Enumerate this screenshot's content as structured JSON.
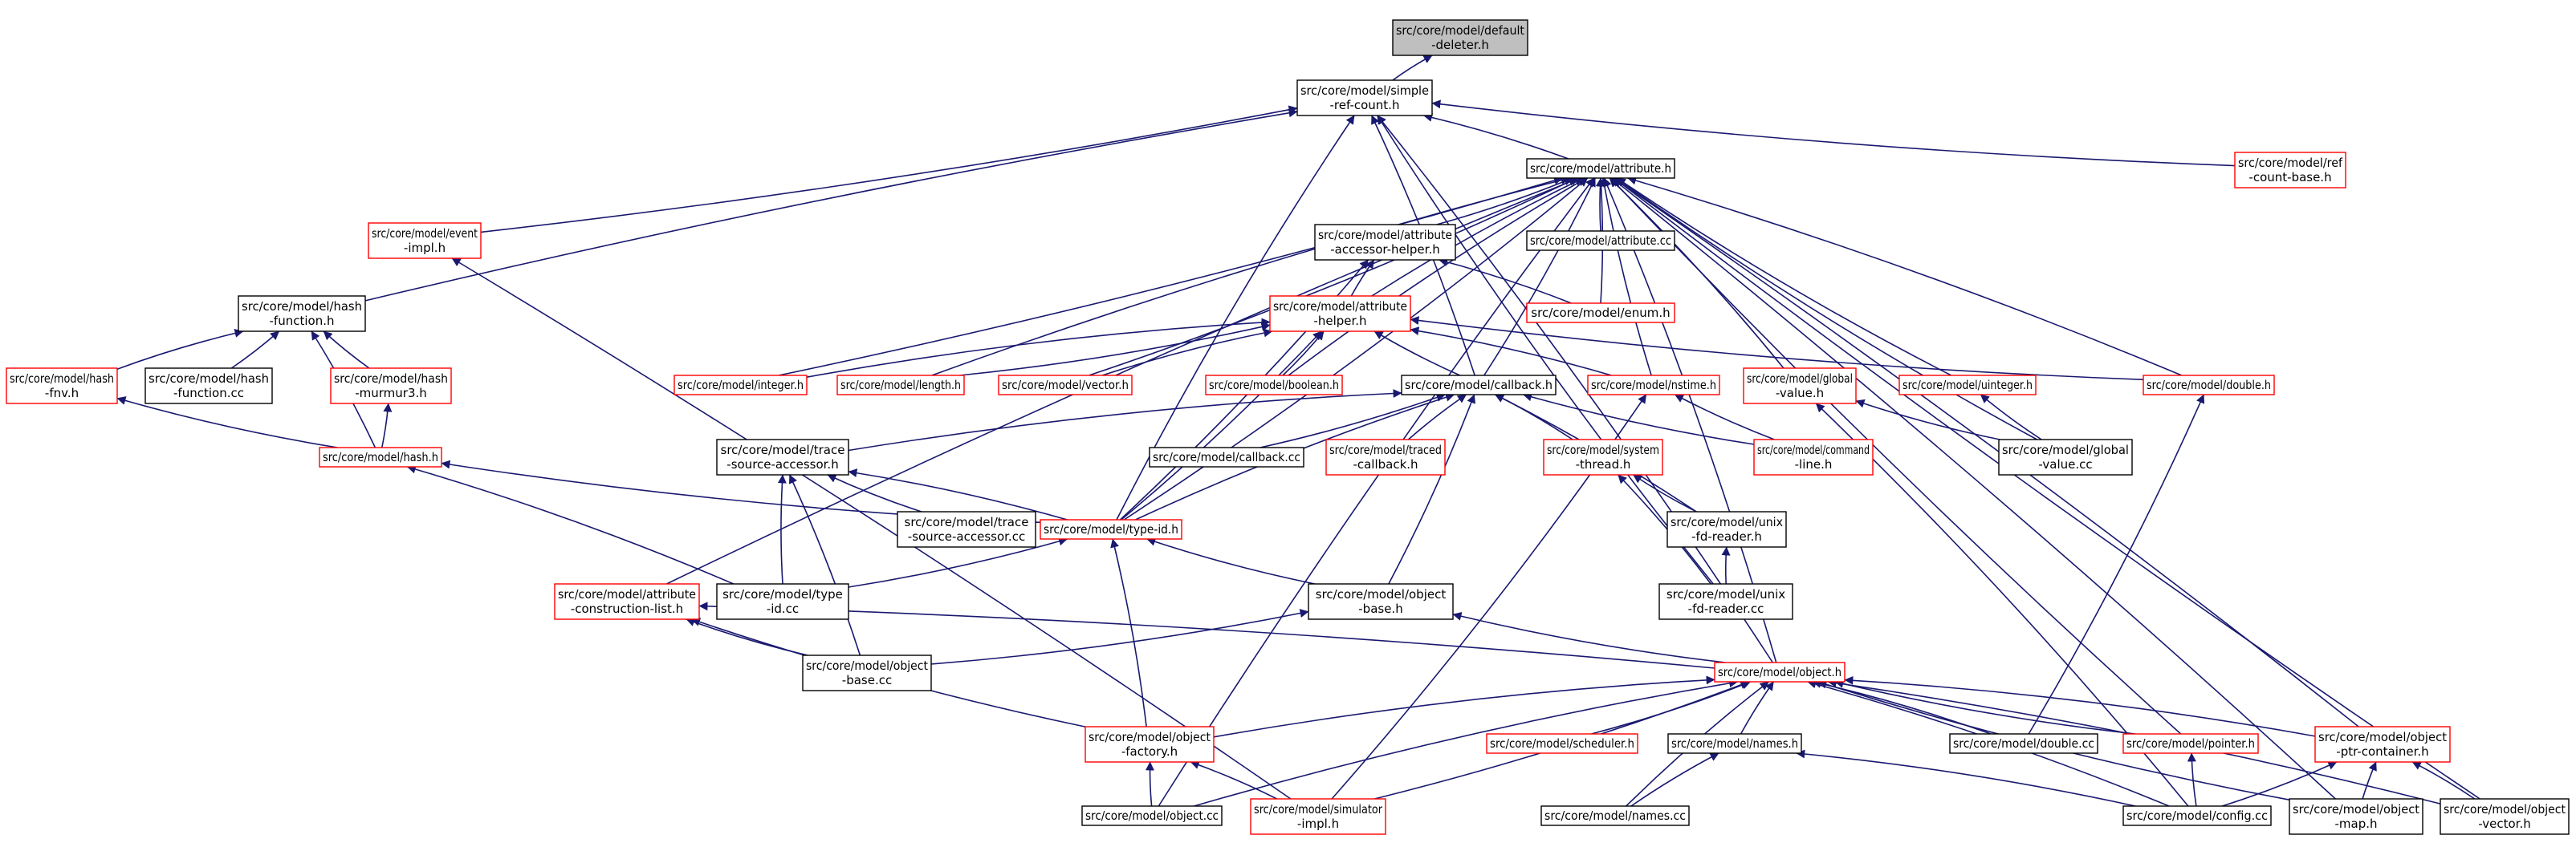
{
  "colors": {
    "edge": "#191970",
    "black_border": "#000000",
    "red_border": "#ff0000",
    "root_fill": "#bfbfbf",
    "node_fill": "#ffffff"
  },
  "nodes": [
    {
      "id": "default_deleter",
      "lines": [
        "src/core/model/default",
        "-deleter.h"
      ],
      "border": "black",
      "root": true
    },
    {
      "id": "simple_ref_count",
      "lines": [
        "src/core/model/simple",
        "-ref-count.h"
      ],
      "border": "black"
    },
    {
      "id": "attribute",
      "lines": [
        "src/core/model/attribute.h"
      ],
      "border": "black"
    },
    {
      "id": "ref_count_base",
      "lines": [
        "src/core/model/ref",
        "-count-base.h"
      ],
      "border": "red"
    },
    {
      "id": "event_impl",
      "lines": [
        "src/core/model/event",
        "-impl.h"
      ],
      "border": "red"
    },
    {
      "id": "attribute_accessor_helper",
      "lines": [
        "src/core/model/attribute",
        "-accessor-helper.h"
      ],
      "border": "black"
    },
    {
      "id": "attribute_cc",
      "lines": [
        "src/core/model/attribute.cc"
      ],
      "border": "black"
    },
    {
      "id": "hash_function",
      "lines": [
        "src/core/model/hash",
        "-function.h"
      ],
      "border": "black"
    },
    {
      "id": "attribute_helper",
      "lines": [
        "src/core/model/attribute",
        "-helper.h"
      ],
      "border": "red"
    },
    {
      "id": "enum",
      "lines": [
        "src/core/model/enum.h"
      ],
      "border": "red"
    },
    {
      "id": "hash_fnv",
      "lines": [
        "src/core/model/hash",
        "-fnv.h"
      ],
      "border": "red"
    },
    {
      "id": "hash_function_cc",
      "lines": [
        "src/core/model/hash",
        "-function.cc"
      ],
      "border": "black"
    },
    {
      "id": "hash_murmur3",
      "lines": [
        "src/core/model/hash",
        "-murmur3.h"
      ],
      "border": "red"
    },
    {
      "id": "integer",
      "lines": [
        "src/core/model/integer.h"
      ],
      "border": "red"
    },
    {
      "id": "length",
      "lines": [
        "src/core/model/length.h"
      ],
      "border": "red"
    },
    {
      "id": "vector",
      "lines": [
        "src/core/model/vector.h"
      ],
      "border": "red"
    },
    {
      "id": "boolean",
      "lines": [
        "src/core/model/boolean.h"
      ],
      "border": "red"
    },
    {
      "id": "callback",
      "lines": [
        "src/core/model/callback.h"
      ],
      "border": "black"
    },
    {
      "id": "nstime",
      "lines": [
        "src/core/model/nstime.h"
      ],
      "border": "red"
    },
    {
      "id": "global_value",
      "lines": [
        "src/core/model/global",
        "-value.h"
      ],
      "border": "red"
    },
    {
      "id": "uinteger",
      "lines": [
        "src/core/model/uinteger.h"
      ],
      "border": "red"
    },
    {
      "id": "double",
      "lines": [
        "src/core/model/double.h"
      ],
      "border": "red"
    },
    {
      "id": "hash",
      "lines": [
        "src/core/model/hash.h"
      ],
      "border": "red"
    },
    {
      "id": "trace_source_accessor",
      "lines": [
        "src/core/model/trace",
        "-source-accessor.h"
      ],
      "border": "black"
    },
    {
      "id": "callback_cc",
      "lines": [
        "src/core/model/callback.cc"
      ],
      "border": "black"
    },
    {
      "id": "traced_callback",
      "lines": [
        "src/core/model/traced",
        "-callback.h"
      ],
      "border": "red"
    },
    {
      "id": "system_thread",
      "lines": [
        "src/core/model/system",
        "-thread.h"
      ],
      "border": "red"
    },
    {
      "id": "command_line",
      "lines": [
        "src/core/model/command",
        "-line.h"
      ],
      "border": "red"
    },
    {
      "id": "global_value_cc",
      "lines": [
        "src/core/model/global",
        "-value.cc"
      ],
      "border": "black"
    },
    {
      "id": "trace_source_accessor_cc",
      "lines": [
        "src/core/model/trace",
        "-source-accessor.cc"
      ],
      "border": "black"
    },
    {
      "id": "type_id",
      "lines": [
        "src/core/model/type-id.h"
      ],
      "border": "red"
    },
    {
      "id": "unix_fd_reader",
      "lines": [
        "src/core/model/unix",
        "-fd-reader.h"
      ],
      "border": "black"
    },
    {
      "id": "attribute_construction_list",
      "lines": [
        "src/core/model/attribute",
        "-construction-list.h"
      ],
      "border": "red"
    },
    {
      "id": "type_id_cc",
      "lines": [
        "src/core/model/type",
        "-id.cc"
      ],
      "border": "black"
    },
    {
      "id": "object_base",
      "lines": [
        "src/core/model/object",
        "-base.h"
      ],
      "border": "black"
    },
    {
      "id": "unix_fd_reader_cc",
      "lines": [
        "src/core/model/unix",
        "-fd-reader.cc"
      ],
      "border": "black"
    },
    {
      "id": "object_base_cc",
      "lines": [
        "src/core/model/object",
        "-base.cc"
      ],
      "border": "black"
    },
    {
      "id": "object",
      "lines": [
        "src/core/model/object.h"
      ],
      "border": "red"
    },
    {
      "id": "object_factory",
      "lines": [
        "src/core/model/object",
        "-factory.h"
      ],
      "border": "red"
    },
    {
      "id": "scheduler",
      "lines": [
        "src/core/model/scheduler.h"
      ],
      "border": "red"
    },
    {
      "id": "names",
      "lines": [
        "src/core/model/names.h"
      ],
      "border": "black"
    },
    {
      "id": "double_cc",
      "lines": [
        "src/core/model/double.cc"
      ],
      "border": "black"
    },
    {
      "id": "pointer",
      "lines": [
        "src/core/model/pointer.h"
      ],
      "border": "red"
    },
    {
      "id": "object_ptr_container",
      "lines": [
        "src/core/model/object",
        "-ptr-container.h"
      ],
      "border": "red"
    },
    {
      "id": "object_cc",
      "lines": [
        "src/core/model/object.cc"
      ],
      "border": "black"
    },
    {
      "id": "simulator_impl",
      "lines": [
        "src/core/model/simulator",
        "-impl.h"
      ],
      "border": "red"
    },
    {
      "id": "names_cc",
      "lines": [
        "src/core/model/names.cc"
      ],
      "border": "black"
    },
    {
      "id": "config_cc",
      "lines": [
        "src/core/model/config.cc"
      ],
      "border": "black"
    },
    {
      "id": "object_map",
      "lines": [
        "src/core/model/object",
        "-map.h"
      ],
      "border": "black"
    },
    {
      "id": "object_vector",
      "lines": [
        "src/core/model/object",
        "-vector.h"
      ],
      "border": "black"
    }
  ],
  "edges": [
    [
      "simple_ref_count",
      "default_deleter"
    ],
    [
      "attribute",
      "simple_ref_count"
    ],
    [
      "ref_count_base",
      "simple_ref_count"
    ],
    [
      "event_impl",
      "simple_ref_count"
    ],
    [
      "hash_function",
      "simple_ref_count"
    ],
    [
      "callback",
      "simple_ref_count"
    ],
    [
      "type_id",
      "simple_ref_count"
    ],
    [
      "object",
      "simple_ref_count"
    ],
    [
      "unix_fd_reader_cc",
      "simple_ref_count"
    ],
    [
      "attribute_accessor_helper",
      "attribute"
    ],
    [
      "attribute_cc",
      "attribute"
    ],
    [
      "enum",
      "attribute"
    ],
    [
      "attribute_helper",
      "attribute"
    ],
    [
      "integer",
      "attribute"
    ],
    [
      "length",
      "attribute"
    ],
    [
      "vector",
      "attribute"
    ],
    [
      "boolean",
      "attribute"
    ],
    [
      "callback",
      "attribute"
    ],
    [
      "nstime",
      "attribute"
    ],
    [
      "global_value",
      "attribute"
    ],
    [
      "uinteger",
      "attribute"
    ],
    [
      "double",
      "attribute"
    ],
    [
      "global_value_cc",
      "attribute"
    ],
    [
      "type_id",
      "attribute"
    ],
    [
      "attribute_construction_list",
      "attribute"
    ],
    [
      "object",
      "attribute"
    ],
    [
      "pointer",
      "attribute"
    ],
    [
      "object_ptr_container",
      "attribute"
    ],
    [
      "object_cc",
      "attribute"
    ],
    [
      "object_map",
      "attribute"
    ],
    [
      "object_vector",
      "attribute"
    ],
    [
      "enum",
      "attribute_accessor_helper"
    ],
    [
      "attribute_helper",
      "attribute_accessor_helper"
    ],
    [
      "type_id",
      "attribute_accessor_helper"
    ],
    [
      "integer",
      "attribute_helper"
    ],
    [
      "length",
      "attribute_helper"
    ],
    [
      "vector",
      "attribute_helper"
    ],
    [
      "boolean",
      "attribute_helper"
    ],
    [
      "callback",
      "attribute_helper"
    ],
    [
      "nstime",
      "attribute_helper"
    ],
    [
      "double",
      "attribute_helper"
    ],
    [
      "type_id",
      "attribute_helper"
    ],
    [
      "hash_fnv",
      "hash_function"
    ],
    [
      "hash_function_cc",
      "hash_function"
    ],
    [
      "hash_murmur3",
      "hash_function"
    ],
    [
      "hash",
      "hash_function"
    ],
    [
      "hash",
      "hash_fnv"
    ],
    [
      "hash",
      "hash_murmur3"
    ],
    [
      "type_id",
      "hash"
    ],
    [
      "type_id_cc",
      "hash"
    ],
    [
      "trace_source_accessor",
      "callback"
    ],
    [
      "callback_cc",
      "callback"
    ],
    [
      "traced_callback",
      "callback"
    ],
    [
      "system_thread",
      "callback"
    ],
    [
      "command_line",
      "callback"
    ],
    [
      "unix_fd_reader",
      "callback"
    ],
    [
      "type_id",
      "callback"
    ],
    [
      "object_base",
      "callback"
    ],
    [
      "command_line",
      "nstime"
    ],
    [
      "simulator_impl",
      "nstime"
    ],
    [
      "global_value_cc",
      "global_value"
    ],
    [
      "config_cc",
      "global_value"
    ],
    [
      "global_value_cc",
      "uinteger"
    ],
    [
      "double_cc",
      "double"
    ],
    [
      "trace_source_accessor_cc",
      "trace_source_accessor"
    ],
    [
      "type_id",
      "trace_source_accessor"
    ],
    [
      "type_id_cc",
      "trace_source_accessor"
    ],
    [
      "object_base_cc",
      "trace_source_accessor"
    ],
    [
      "unix_fd_reader",
      "system_thread"
    ],
    [
      "unix_fd_reader_cc",
      "system_thread"
    ],
    [
      "unix_fd_reader_cc",
      "unix_fd_reader"
    ],
    [
      "type_id_cc",
      "type_id"
    ],
    [
      "object_base",
      "type_id"
    ],
    [
      "object_factory",
      "type_id"
    ],
    [
      "object_base_cc",
      "attribute_construction_list"
    ],
    [
      "object",
      "attribute_construction_list"
    ],
    [
      "object_factory",
      "attribute_construction_list"
    ],
    [
      "object_base_cc",
      "object_base"
    ],
    [
      "object",
      "object_base"
    ],
    [
      "simulator_impl",
      "event_impl"
    ],
    [
      "object_factory",
      "object"
    ],
    [
      "scheduler",
      "object"
    ],
    [
      "names",
      "object"
    ],
    [
      "double_cc",
      "object"
    ],
    [
      "pointer",
      "object"
    ],
    [
      "object_ptr_container",
      "object"
    ],
    [
      "object_cc",
      "object"
    ],
    [
      "simulator_impl",
      "object"
    ],
    [
      "names_cc",
      "object"
    ],
    [
      "config_cc",
      "object"
    ],
    [
      "object_map",
      "object"
    ],
    [
      "object_vector",
      "object"
    ],
    [
      "object_cc",
      "object_factory"
    ],
    [
      "simulator_impl",
      "object_factory"
    ],
    [
      "names_cc",
      "names"
    ],
    [
      "config_cc",
      "names"
    ],
    [
      "config_cc",
      "pointer"
    ],
    [
      "config_cc",
      "object_ptr_container"
    ],
    [
      "object_map",
      "object_ptr_container"
    ],
    [
      "object_vector",
      "object_ptr_container"
    ]
  ]
}
